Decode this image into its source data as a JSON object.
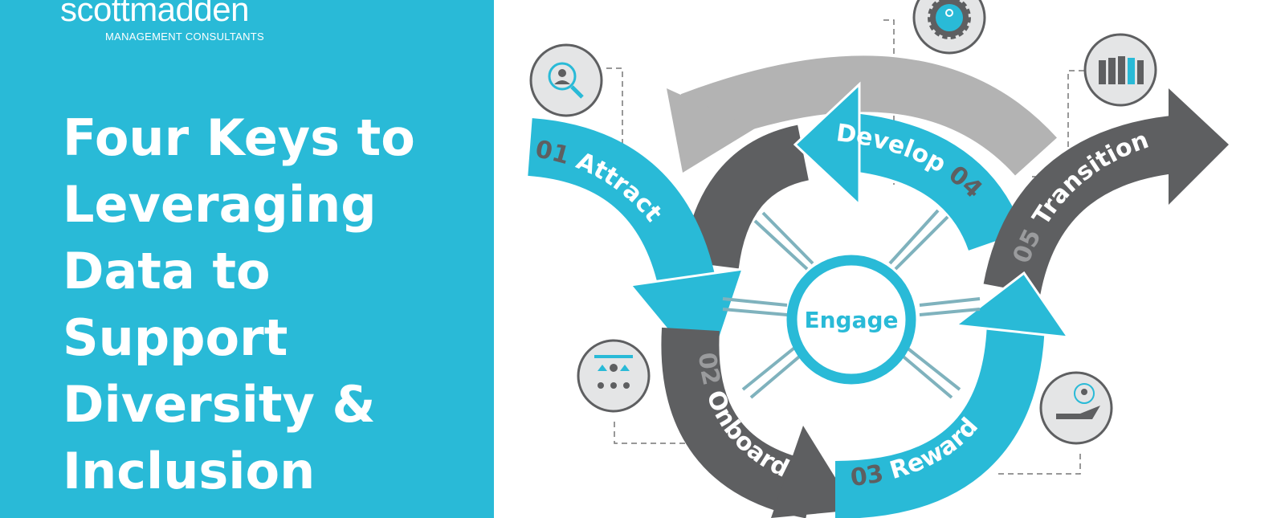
{
  "brand": {
    "name": "scottmadden",
    "tagline": "MANAGEMENT CONSULTANTS"
  },
  "title_lines": [
    "Four Keys to",
    "Leveraging",
    "Data to",
    "Support",
    "Diversity &",
    "Inclusion"
  ],
  "diagram": {
    "center": "Engage",
    "stages": [
      {
        "num": "01",
        "label": "Attract",
        "icon": "person-search-icon"
      },
      {
        "num": "02",
        "label": "Onboard",
        "icon": "team-hierarchy-icon"
      },
      {
        "num": "03",
        "label": "Reward",
        "icon": "hand-person-icon"
      },
      {
        "num": "04",
        "label": "Develop",
        "icon": "gear-person-icon"
      },
      {
        "num": "05",
        "label": "Transition",
        "icon": "group-people-icon"
      }
    ]
  },
  "colors": {
    "cyan": "#29bad7",
    "dark": "#5e5f61",
    "light": "#b3b3b3"
  }
}
